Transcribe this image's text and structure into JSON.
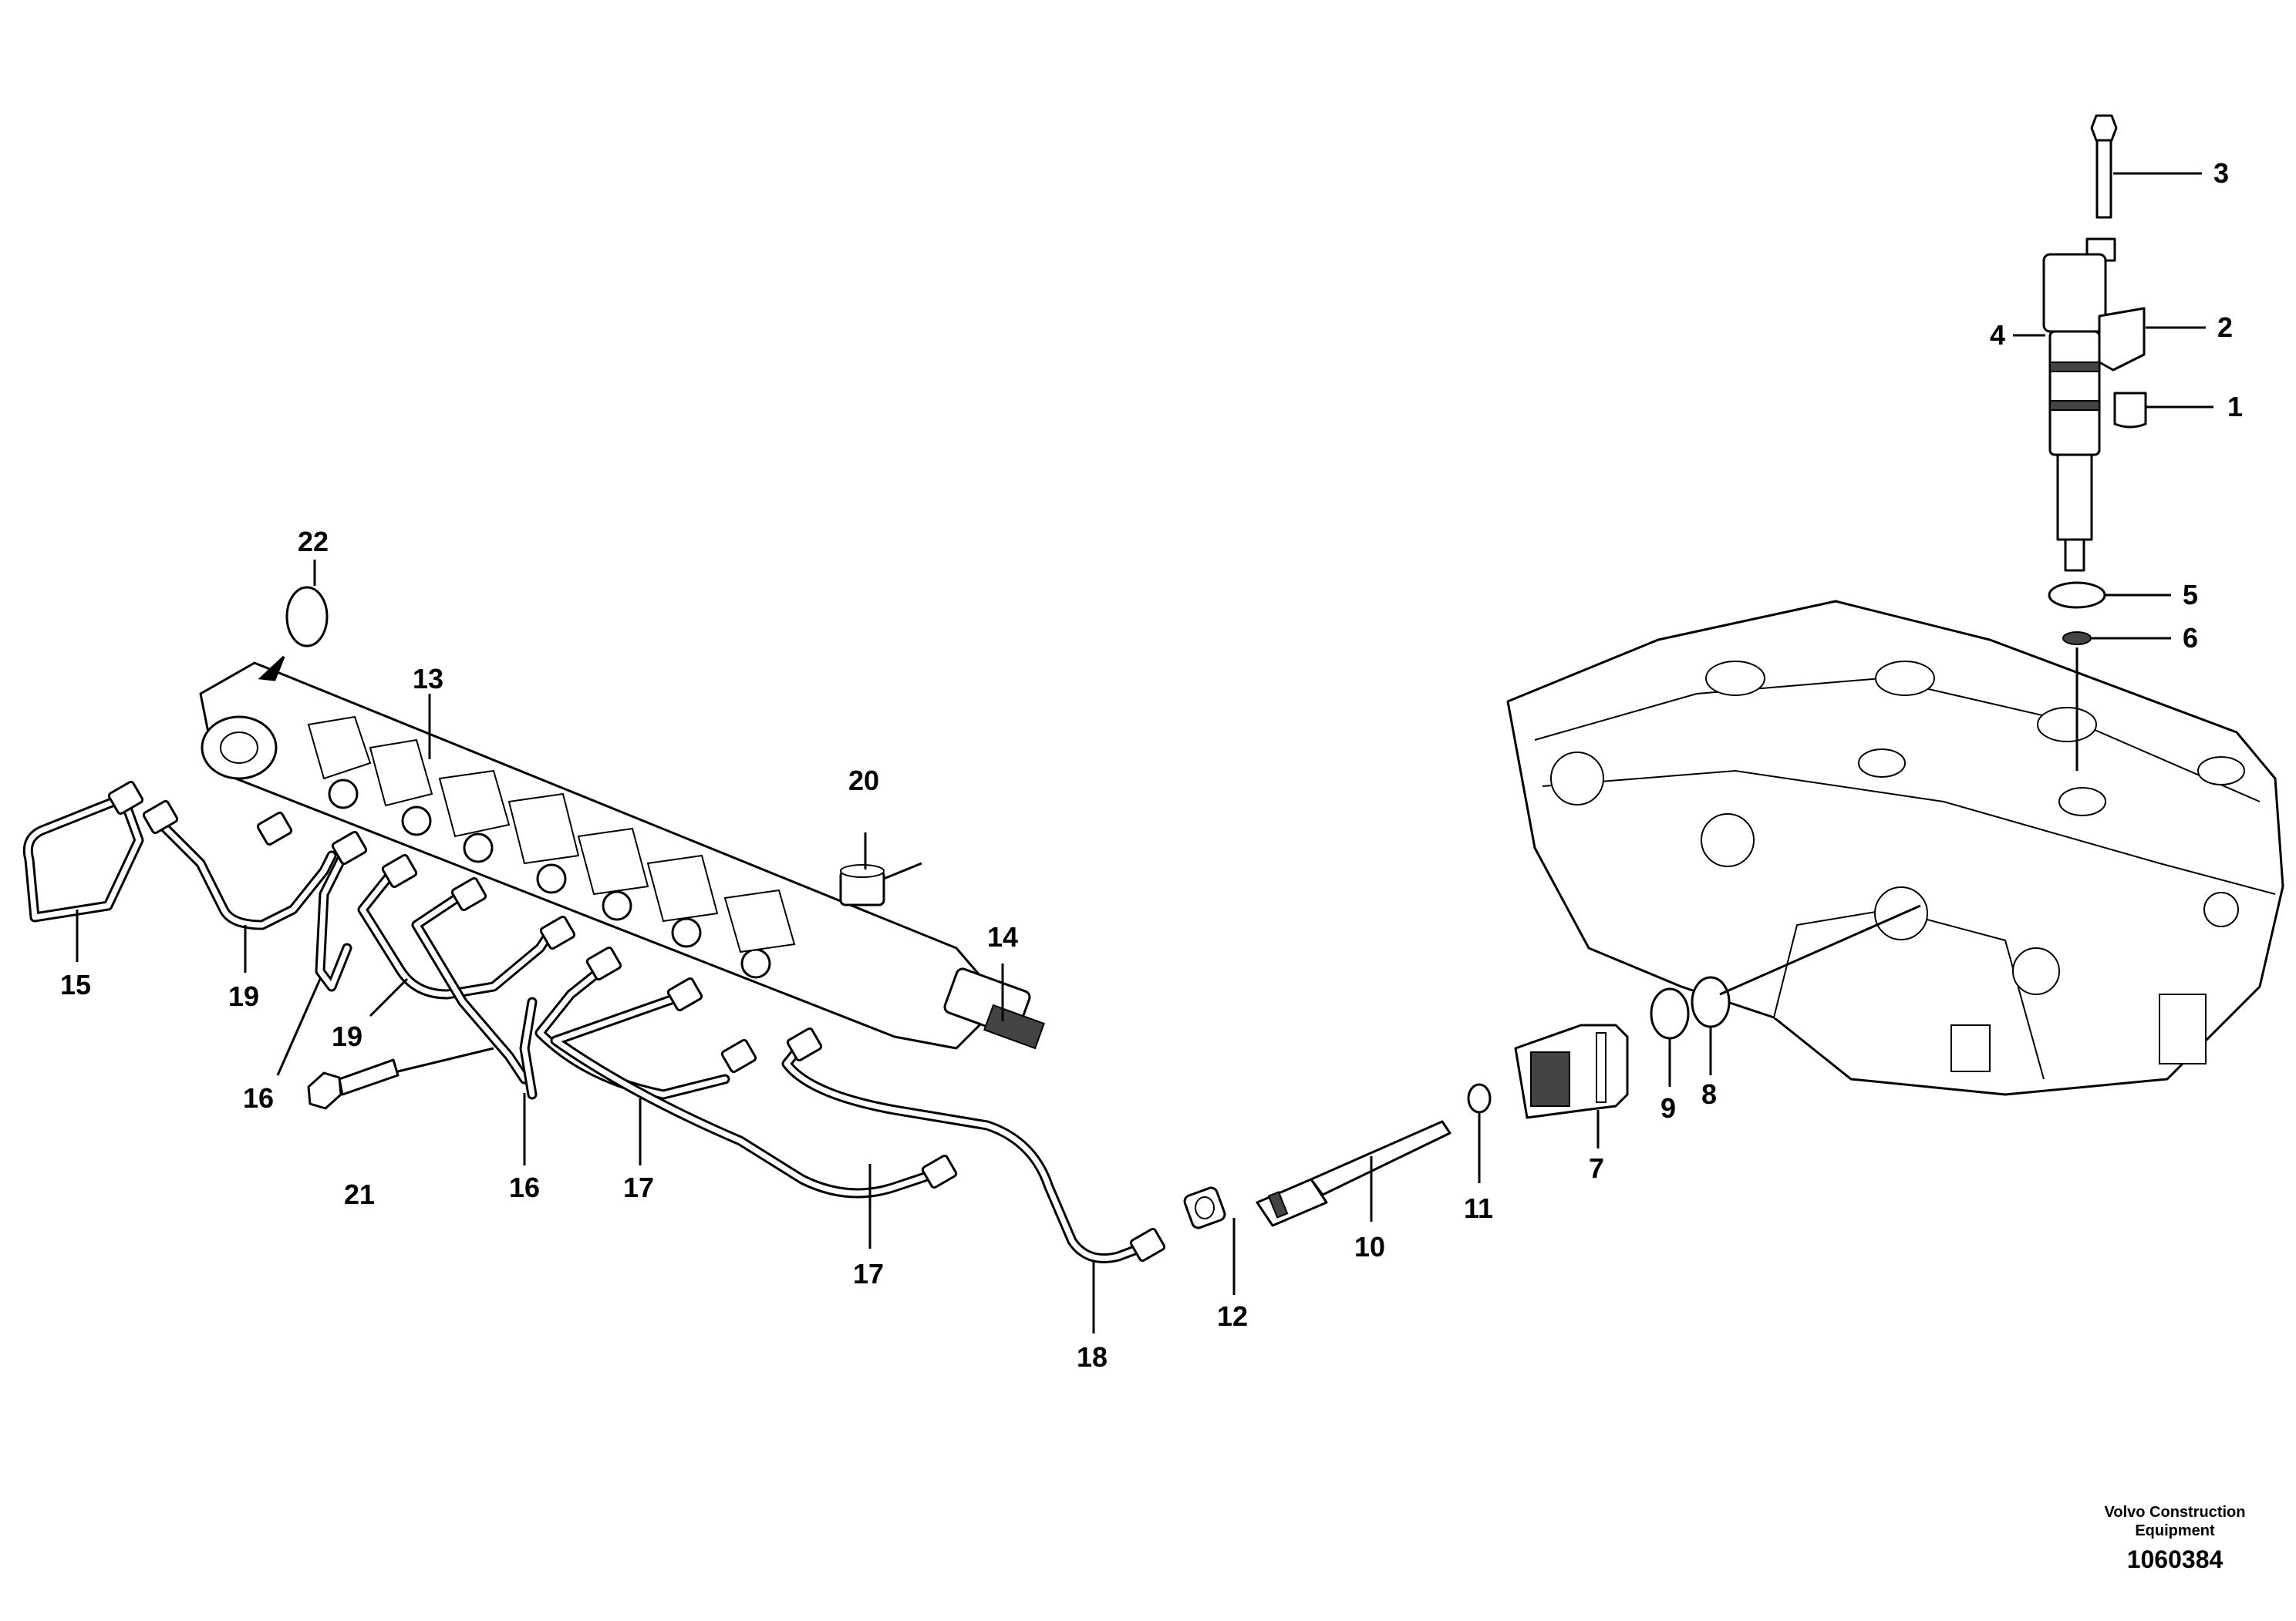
{
  "callouts": [
    "1",
    "2",
    "3",
    "4",
    "5",
    "6",
    "7",
    "8",
    "9",
    "10",
    "11",
    "12",
    "13",
    "14",
    "15",
    "16",
    "17",
    "18",
    "19",
    "20",
    "21",
    "22"
  ],
  "credit": {
    "company_line1": "Volvo Construction",
    "company_line2": "Equipment",
    "drawing_number": "1060384"
  }
}
